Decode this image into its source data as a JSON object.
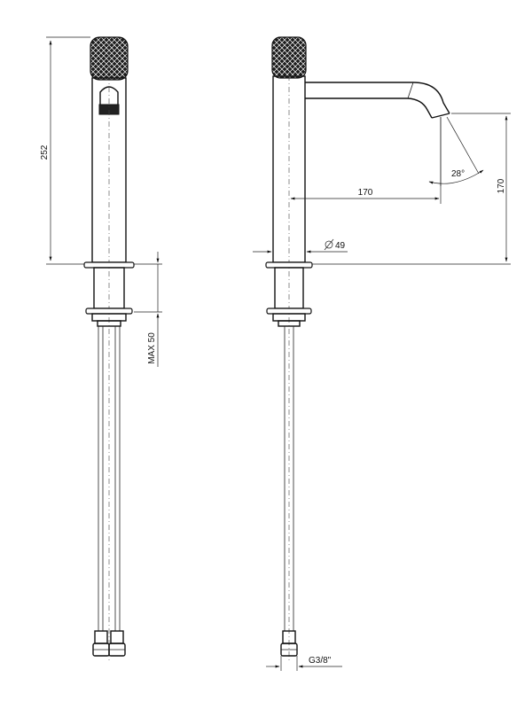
{
  "dimensions": {
    "height_total": "252",
    "max_deck_thickness": "MAX 50",
    "diameter": "49",
    "spout_reach": "170",
    "spout_height": "170",
    "spout_angle": "28°",
    "connection_thread": "G3/8\""
  },
  "colors": {
    "line": "#111111",
    "background": "#ffffff"
  },
  "icons": {
    "diameter_symbol": "diameter-icon",
    "knurled_handle": "knurled-handle-icon"
  }
}
